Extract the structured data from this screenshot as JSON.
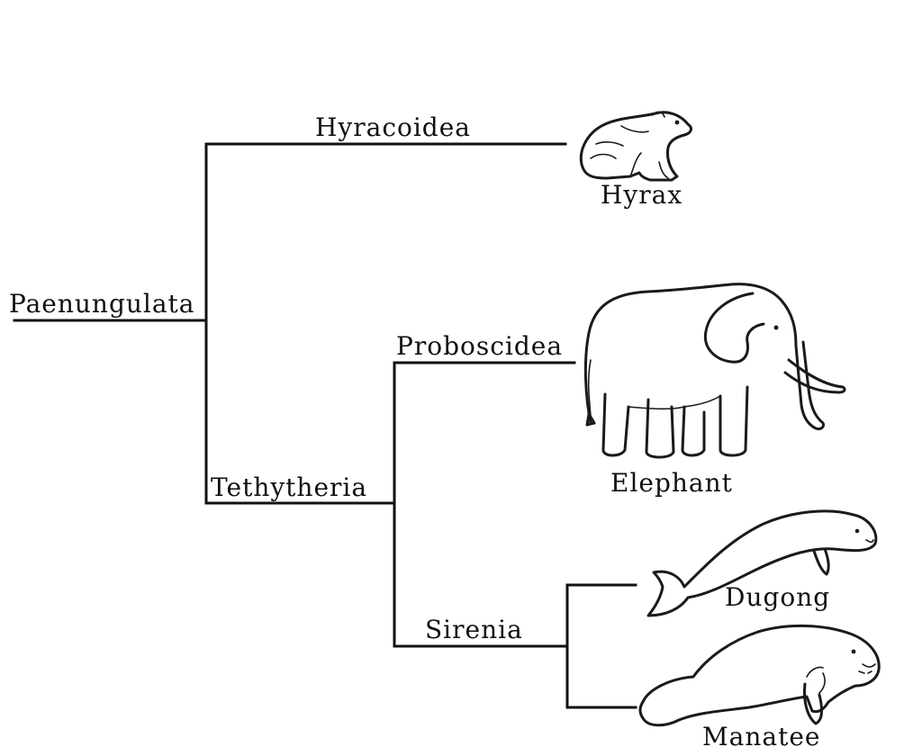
{
  "tree": {
    "root": "Paenungulata",
    "clades": {
      "hyracoidea": "Hyracoidea",
      "tethytheria": "Tethytheria",
      "proboscidea": "Proboscidea",
      "sirenia": "Sirenia"
    },
    "species": {
      "hyrax": "Hyrax",
      "elephant": "Elephant",
      "dugong": "Dugong",
      "manatee": "Manatee"
    }
  },
  "icons": [
    "hyrax-icon",
    "elephant-icon",
    "dugong-icon",
    "manatee-icon"
  ],
  "colors": {
    "line": "#111111",
    "background": "#ffffff"
  }
}
